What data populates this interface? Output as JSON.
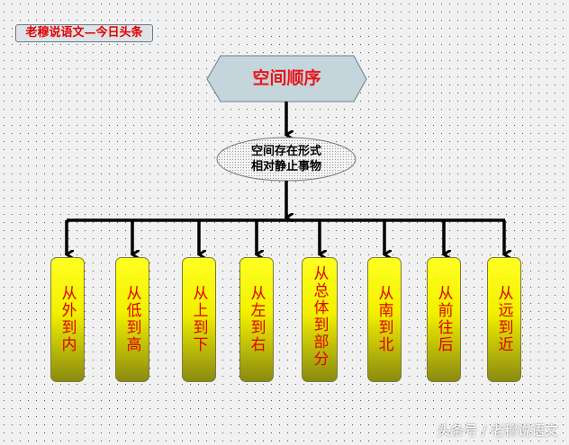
{
  "badge": "老穆说语文—今日头条",
  "root": "空间顺序",
  "middle": {
    "line1": "空间存在形式",
    "line2": "相对静止事物"
  },
  "branches": [
    "从外到内",
    "从低到高",
    "从上到下",
    "从左到右",
    "从总体到部分",
    "从南到北",
    "从前往后",
    "从远到近"
  ],
  "watermark": "头条号 / 老穆说语文",
  "colors": {
    "text_red": "#e00000",
    "box_yellow": "#ffff22",
    "hex_fill": "#c5d5dc"
  }
}
